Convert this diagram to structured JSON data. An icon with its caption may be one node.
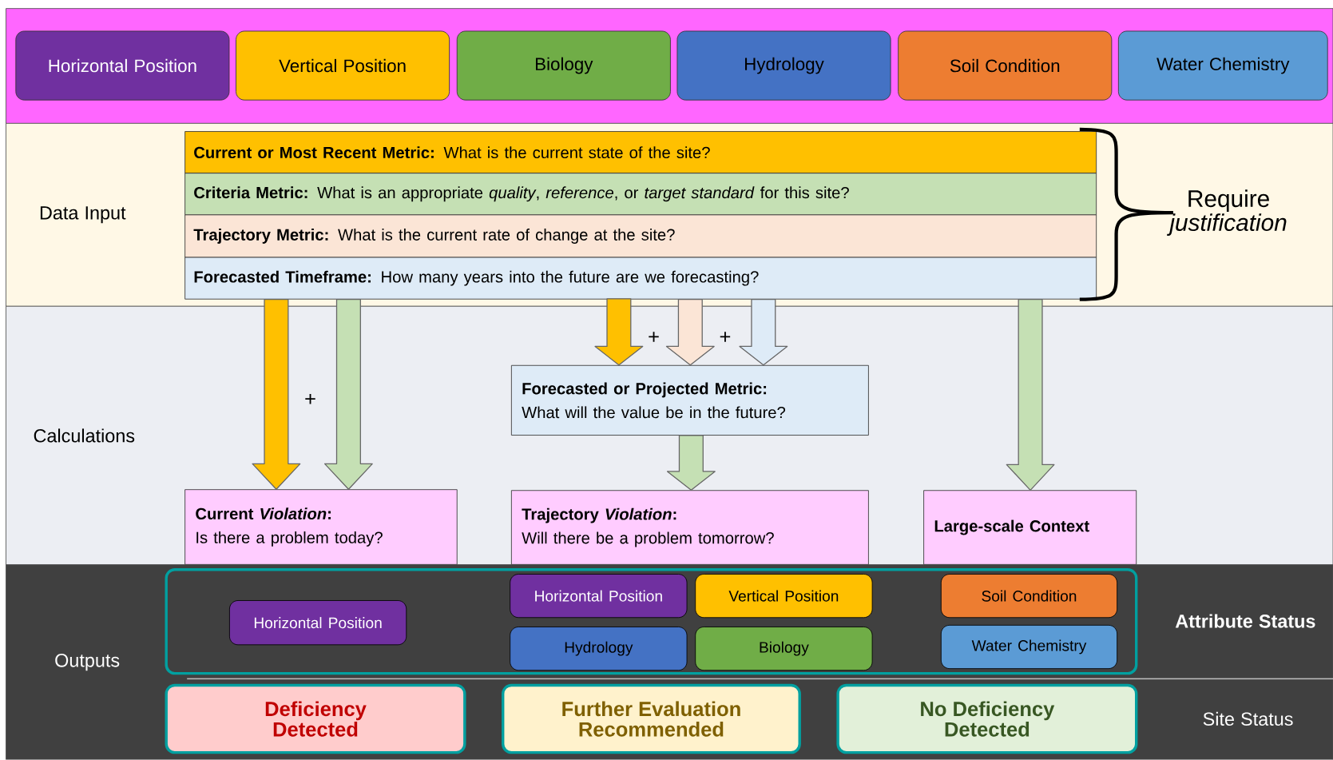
{
  "diagram": {
    "nodes": [
      {
        "text": [],
        "shape": "box"
      },
      {
        "text": [
          "Horizontal Position"
        ],
        "in": 0
      },
      {
        "text": [
          "Vertical Position"
        ],
        "in": 0
      },
      {
        "text": [
          "Biology"
        ],
        "in": 0
      },
      {
        "text": [
          "Hydrology"
        ],
        "in": 0
      },
      {
        "text": [
          "Soil Condition"
        ],
        "in": 0
      },
      {
        "text": [
          "Water Chemistry"
        ],
        "in": 0
      },
      {
        "text": [
          "Data Input"
        ]
      },
      {
        "text": [
          "**Current or Most Recent Metric:** What is the current state of the site?"
        ],
        "in": 7
      },
      {
        "text": [
          "**Criteria Metric:** What is an appropriate *quality*, *reference*, or *target standard* for this site?"
        ],
        "in": 7
      },
      {
        "text": [
          "**Trajectory Metric:** What is the current rate of change at the site?"
        ],
        "in": 7
      },
      {
        "text": [
          "**Forecasted Timeframe:** How many years into the future are we forecasting?"
        ],
        "in": 7
      },
      {
        "text": [
          "Calculations"
        ]
      },
      {
        "text": [
          "Forecasted or Projected Metric:",
          "What will the value be in the future?"
        ],
        "in": 12
      },
      {
        "text": [
          "Current *Violation*:",
          "Is there a problem today?"
        ],
        "in": 12
      },
      {
        "text": [
          "Trajectory *Violation*:",
          "Will there be a problem tomorrow?"
        ],
        "in": 12
      },
      {
        "text": [
          "Large-scale Context"
        ],
        "in": 12
      },
      {
        "text": [
          "Outputs",
          "Attribute Status",
          "Site Status"
        ]
      },
      {
        "text": [],
        "shape": "box",
        "in": 17
      },
      {
        "text": [
          "Horizontal Position"
        ],
        "in": 18
      },
      {
        "text": [
          "Horizontal Position"
        ],
        "in": 18
      },
      {
        "text": [
          "Vertical Position"
        ],
        "in": 18
      },
      {
        "text": [
          "Soil Condition"
        ],
        "in": 18
      },
      {
        "text": [
          "Hydrology"
        ],
        "in": 18
      },
      {
        "text": [
          "Biology"
        ],
        "in": 18
      },
      {
        "text": [
          "Water Chemistry"
        ],
        "in": 18
      },
      {
        "text": [
          "Deficiency Detected"
        ],
        "in": 17
      },
      {
        "text": [
          "Further Evaluation Recommended"
        ],
        "in": 17
      },
      {
        "text": [
          "No Deficiency Detected"
        ],
        "in": 17
      }
    ],
    "edges": [
      {
        "from": 8,
        "to": 14,
        "arrow": "to",
        "color": "#ffc000"
      },
      {
        "from": 9,
        "to": 14,
        "arrow": "to",
        "color": "#c5e0b4"
      },
      {
        "from": null,
        "to": 13,
        "arrow": "to",
        "color": "#ffc000"
      },
      {
        "from": 10,
        "to": 13,
        "arrow": "to",
        "color": "#fbe5d6"
      },
      {
        "from": 11,
        "to": 13,
        "arrow": "to",
        "color": "#deebf7"
      },
      {
        "from": 13,
        "to": 15,
        "arrow": "to",
        "color": "#c5e0b4"
      },
      {
        "from": 9,
        "to": 16,
        "arrow": "to",
        "color": "#c5e0b4"
      }
    ],
    "labels": [
      "Require *justification*",
      "+",
      "+",
      "+"
    ]
  }
}
